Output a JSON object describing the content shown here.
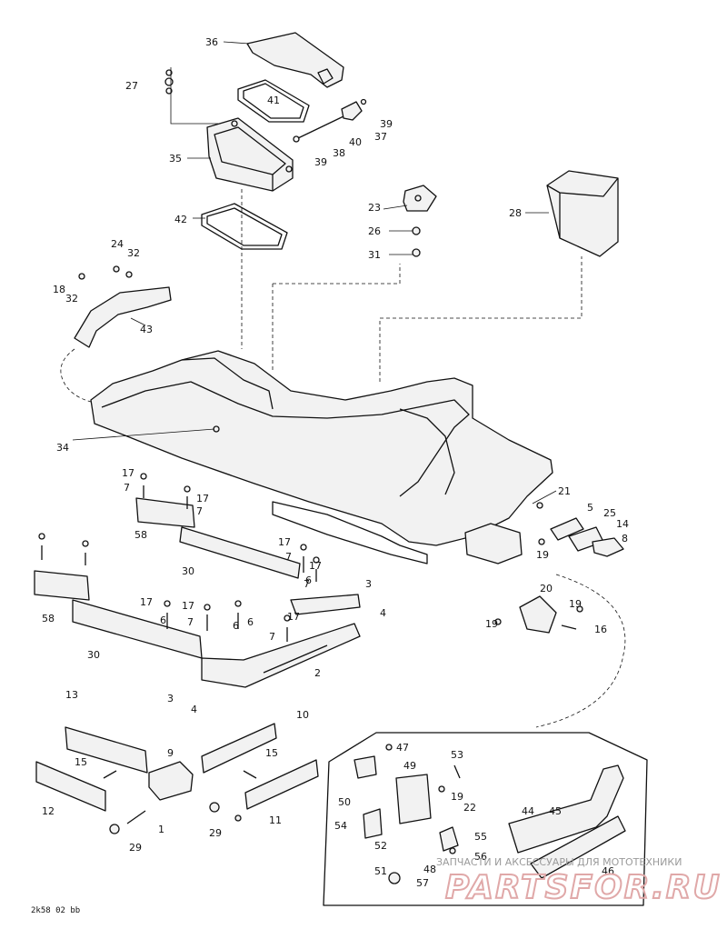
{
  "diagram": {
    "figure_code": "2k58 02 bb",
    "labels": [
      "36",
      "27",
      "41",
      "39",
      "40",
      "37",
      "38",
      "39",
      "35",
      "23",
      "26",
      "31",
      "28",
      "42",
      "24",
      "32",
      "18",
      "32",
      "43",
      "34",
      "17",
      "7",
      "17",
      "7",
      "58",
      "30",
      "17",
      "7",
      "17",
      "7",
      "6",
      "3",
      "4",
      "58",
      "30",
      "17",
      "6",
      "17",
      "7",
      "6",
      "17",
      "7",
      "6",
      "3",
      "4",
      "2",
      "21",
      "5",
      "25",
      "14",
      "8",
      "19",
      "20",
      "19",
      "19",
      "16",
      "13",
      "9",
      "10",
      "15",
      "12",
      "1",
      "29",
      "15",
      "29",
      "11",
      "47",
      "53",
      "49",
      "19",
      "22",
      "50",
      "48",
      "54",
      "52",
      "55",
      "56",
      "51",
      "57",
      "44",
      "45",
      "46"
    ],
    "watermark_line": "ЗАПЧАСТИ И АКСЕССУАРЫ ДЛЯ МОТОТЕХНИКИ",
    "watermark_brand": "PARTSFOR.RU"
  }
}
